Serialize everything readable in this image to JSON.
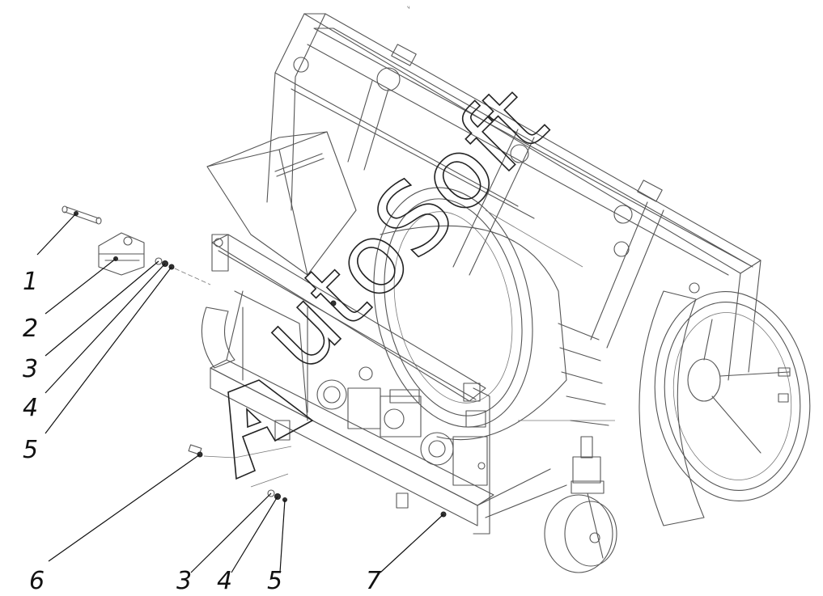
{
  "callouts": [
    {
      "id": "c1",
      "label": "1"
    },
    {
      "id": "c2",
      "label": "2"
    },
    {
      "id": "c3a",
      "label": "3"
    },
    {
      "id": "c4a",
      "label": "4"
    },
    {
      "id": "c5a",
      "label": "5"
    },
    {
      "id": "c6",
      "label": "6"
    },
    {
      "id": "c3b",
      "label": "3"
    },
    {
      "id": "c4b",
      "label": "4"
    },
    {
      "id": "c5b",
      "label": "5"
    },
    {
      "id": "c7",
      "label": "7"
    }
  ],
  "watermark": {
    "letter": "A",
    "text": "utoSoft"
  },
  "top_mark": "ч"
}
